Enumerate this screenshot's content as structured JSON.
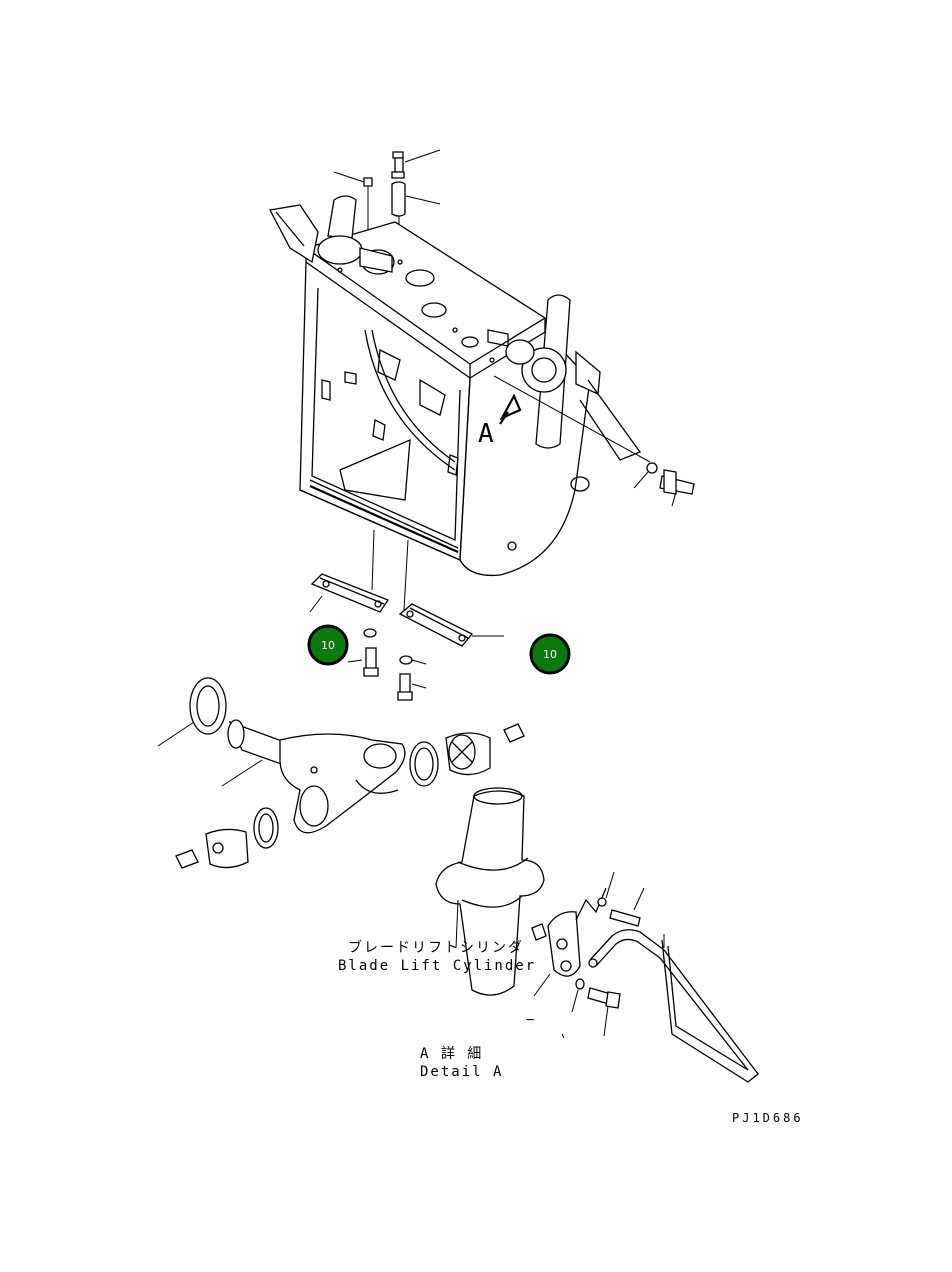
{
  "callouts": [
    {
      "number": "10",
      "color": "#0b7a0b",
      "ring": "#000000"
    },
    {
      "number": "10",
      "color": "#0b7a0b",
      "ring": "#000000"
    }
  ],
  "detail_view_letter": "A",
  "cylinder_label_jp": "ブレードリフトシリンダ",
  "cylinder_label_en": "Blade Lift Cylinder",
  "detail_label_jp": "A 詳 細",
  "detail_label_en": "Detail A",
  "drawing_code": "PJ1D686",
  "dash_mark": "−"
}
